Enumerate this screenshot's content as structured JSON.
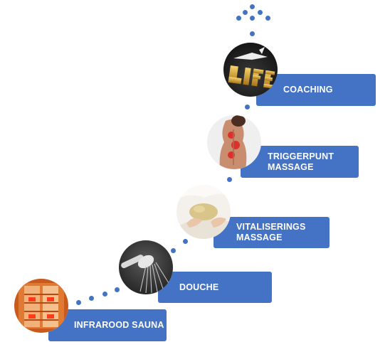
{
  "diagram": {
    "accent_color": "#4472c4",
    "steps": [
      {
        "label": "INFRAROOD SAUNA",
        "image": "infrared-sauna-cabin-photo"
      },
      {
        "label": "DOUCHE",
        "image": "shower-head-photo"
      },
      {
        "label": "VITALISERINGS\nMASSAGE",
        "image": "vitalizing-massage-photo"
      },
      {
        "label": "TRIGGERPUNT\nMASSAGE",
        "image": "trigger-point-back-photo"
      },
      {
        "label": "COACHING",
        "image": "life-gold-letters-photo"
      }
    ]
  }
}
